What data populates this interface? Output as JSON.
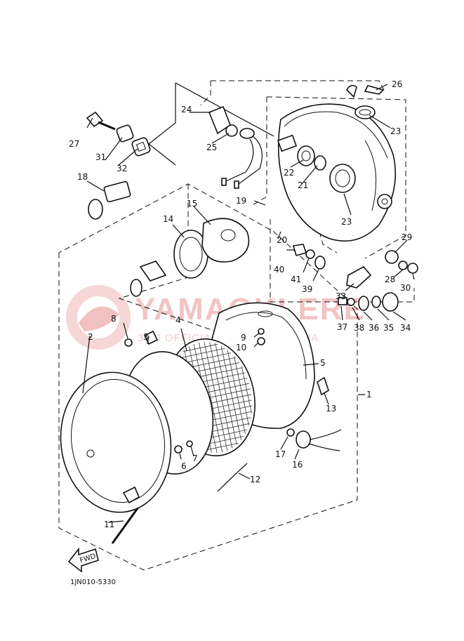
{
  "diagram": {
    "drawing_code": "1JN010-5330",
    "assembly_label": "1",
    "fwd_label": "FWD",
    "watermark": {
      "brand": "YAMAOKLERE",
      "subtitle": "3W0 OFFICIAL DEALER YAMAHA"
    },
    "callouts": [
      {
        "id": "c2",
        "text": "2"
      },
      {
        "id": "c3",
        "text": "3"
      },
      {
        "id": "c4",
        "text": "4"
      },
      {
        "id": "c5",
        "text": "5"
      },
      {
        "id": "c6",
        "text": "6"
      },
      {
        "id": "c7",
        "text": "7"
      },
      {
        "id": "c8",
        "text": "8"
      },
      {
        "id": "c9",
        "text": "9"
      },
      {
        "id": "c10",
        "text": "10"
      },
      {
        "id": "c11",
        "text": "11"
      },
      {
        "id": "c12",
        "text": "12"
      },
      {
        "id": "c13",
        "text": "13"
      },
      {
        "id": "c14",
        "text": "14"
      },
      {
        "id": "c15",
        "text": "15"
      },
      {
        "id": "c16",
        "text": "16"
      },
      {
        "id": "c17",
        "text": "17"
      },
      {
        "id": "c18",
        "text": "18"
      },
      {
        "id": "c19",
        "text": "19"
      },
      {
        "id": "c20",
        "text": "20"
      },
      {
        "id": "c21",
        "text": "21"
      },
      {
        "id": "c22",
        "text": "22"
      },
      {
        "id": "c23a",
        "text": "23"
      },
      {
        "id": "c23b",
        "text": "23"
      },
      {
        "id": "c24",
        "text": "24"
      },
      {
        "id": "c25",
        "text": "25"
      },
      {
        "id": "c26",
        "text": "26"
      },
      {
        "id": "c27",
        "text": "27"
      },
      {
        "id": "c28",
        "text": "28"
      },
      {
        "id": "c29",
        "text": "29"
      },
      {
        "id": "c30",
        "text": "30"
      },
      {
        "id": "c31",
        "text": "31"
      },
      {
        "id": "c32",
        "text": "32"
      },
      {
        "id": "c33",
        "text": "33"
      },
      {
        "id": "c34",
        "text": "34"
      },
      {
        "id": "c35",
        "text": "35"
      },
      {
        "id": "c36",
        "text": "36"
      },
      {
        "id": "c37",
        "text": "37"
      },
      {
        "id": "c38",
        "text": "38"
      },
      {
        "id": "c39",
        "text": "39"
      },
      {
        "id": "c40",
        "text": "40"
      },
      {
        "id": "c41",
        "text": "41"
      }
    ]
  }
}
